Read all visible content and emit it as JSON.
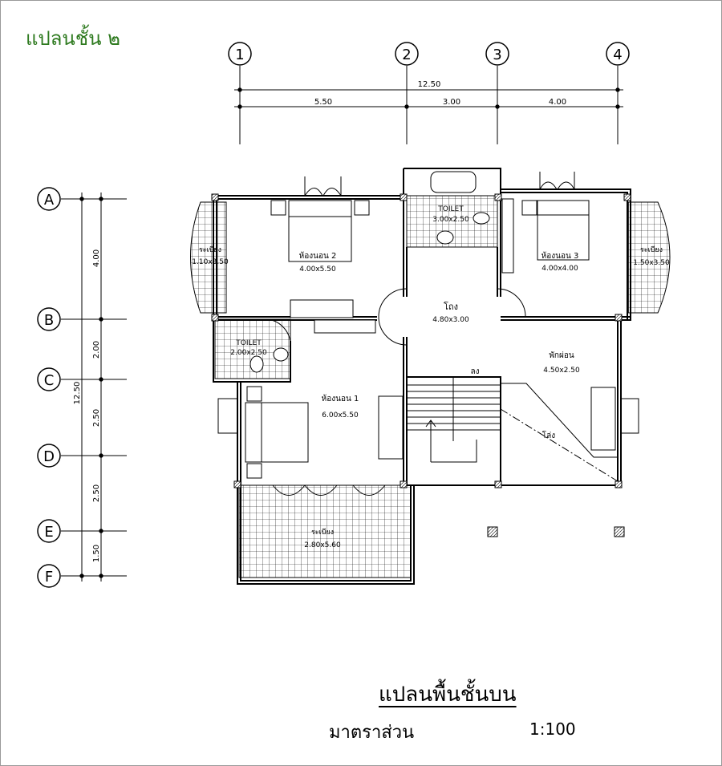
{
  "header": {
    "title": "แปลนชั้น ๒"
  },
  "grid": {
    "columns": [
      {
        "label": "1"
      },
      {
        "label": "2"
      },
      {
        "label": "3"
      },
      {
        "label": "4"
      }
    ],
    "rows": [
      {
        "label": "A"
      },
      {
        "label": "B"
      },
      {
        "label": "C"
      },
      {
        "label": "D"
      },
      {
        "label": "E"
      },
      {
        "label": "F"
      }
    ]
  },
  "dimensions": {
    "top_total": "12.50",
    "top_segments": [
      "5.50",
      "3.00",
      "4.00"
    ],
    "left_total": "12.50",
    "left_segments": [
      "4.00",
      "2.00",
      "2.50",
      "2.50",
      "1.50"
    ]
  },
  "rooms": {
    "bedroom2": {
      "name": "ห้องนอน 2",
      "size": "4.00x5.50"
    },
    "toilet_top": {
      "name": "TOILET",
      "size": "3.00x2.50"
    },
    "bedroom3": {
      "name": "ห้องนอน 3",
      "size": "4.00x4.00"
    },
    "balcony_left": {
      "name": "ระเบียง",
      "size": "1.10x3.50"
    },
    "balcony_right": {
      "name": "ระเบียง",
      "size": "1.50x3.50"
    },
    "hall": {
      "name": "โถง",
      "size": "4.80x3.00"
    },
    "toilet_left": {
      "name": "TOILET",
      "size": "2.00x2.50"
    },
    "living": {
      "name": "พักผ่อน",
      "size": "4.50x2.50"
    },
    "bedroom1": {
      "name": "ห้องนอน 1",
      "size": "6.00x5.50"
    },
    "balcony_bottom": {
      "name": "ระเบียง",
      "size": "2.80x5.60"
    },
    "stair_label": "ลง",
    "void_label": "โล่ง"
  },
  "footer": {
    "plan_title": "แปลนพื้นชั้นบน",
    "scale_label": "มาตราส่วน",
    "scale_value": "1:100"
  }
}
